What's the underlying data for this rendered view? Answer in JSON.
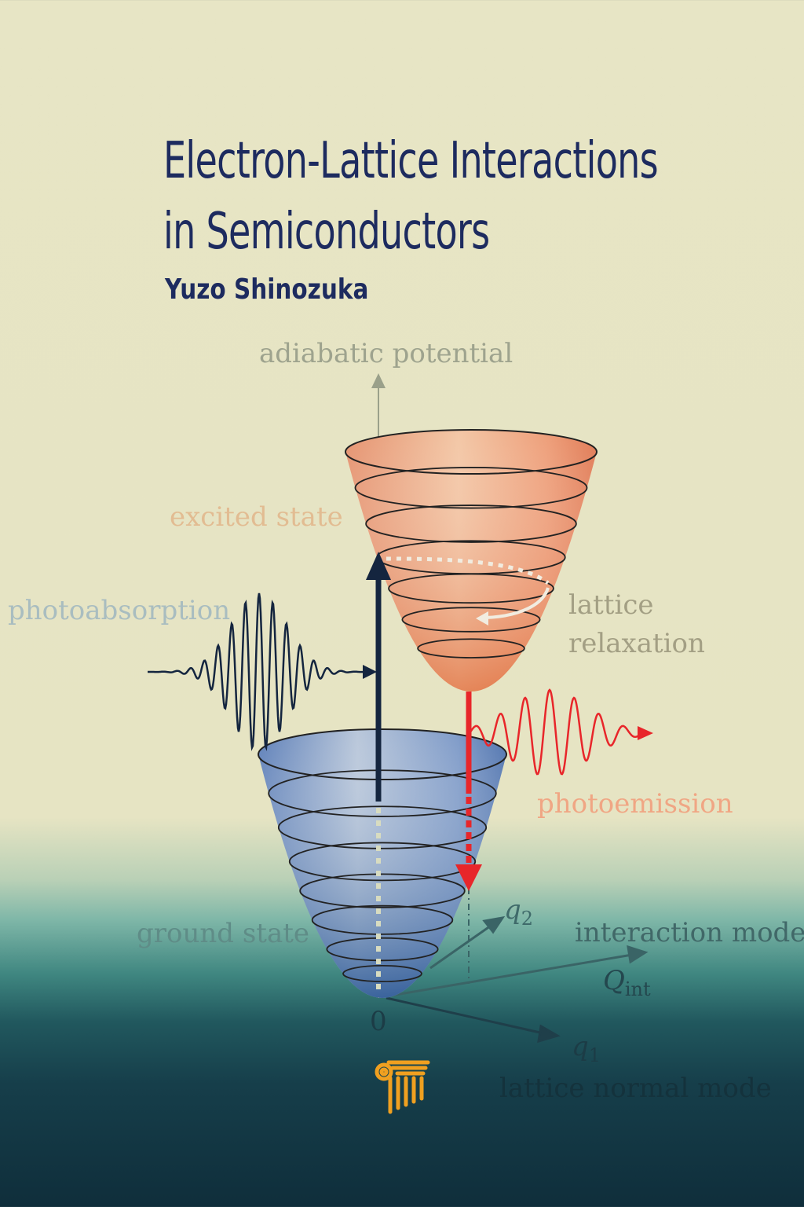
{
  "cover": {
    "title_line1": "Electron-Lattice Interactions",
    "title_line2": "in Semiconductors",
    "author": "Yuzo Shinozuka",
    "publisher_logo": "Jenny Stanford Publishing column logo"
  },
  "diagram": {
    "y_axis_label": "adiabatic potential",
    "excited_label": "excited state",
    "ground_label": "ground state",
    "photoabsorption_label": "photoabsorption",
    "relaxation_label_1": "lattice",
    "relaxation_label_2": "relaxation",
    "photoemission_label": "photoemission",
    "interaction_mode_label": "interaction mode",
    "qint_symbol": "Q",
    "qint_sub": "int",
    "q1_symbol": "q",
    "q1_sub": "1",
    "q2_symbol": "q",
    "q2_sub": "2",
    "origin_label": "0",
    "normal_mode_label": "lattice normal mode"
  },
  "colors": {
    "title": "#1d2b5f",
    "excited": "#e8845a",
    "ground": "#3f6aa8",
    "emission": "#e8262a",
    "absorption": "#14253f",
    "logo": "#f0a020"
  }
}
